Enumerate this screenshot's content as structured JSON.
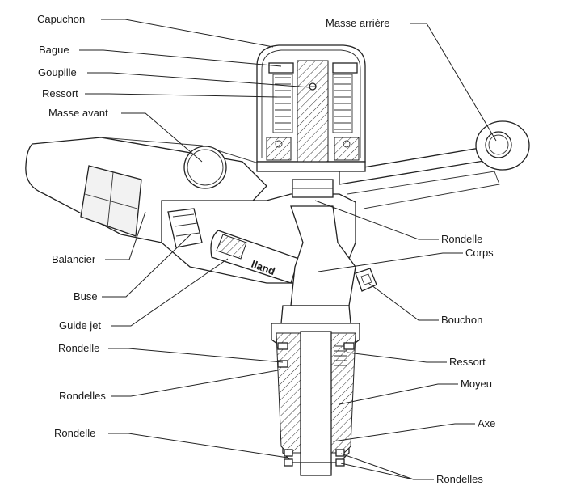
{
  "diagram": {
    "brand_mark": "lland",
    "labels": {
      "capuchon": "Capuchon",
      "bague": "Bague",
      "goupille": "Goupille",
      "ressort_haut": "Ressort",
      "masse_avant": "Masse avant",
      "masse_arriere": "Masse arrière",
      "balancier": "Balancier",
      "buse": "Buse",
      "guide_jet": "Guide jet",
      "rondelle_haut": "Rondelle",
      "corps": "Corps",
      "bouchon": "Bouchon",
      "rondelle_gauche": "Rondelle",
      "rondelles_gauche": "Rondelles",
      "ressort_bas": "Ressort",
      "moyeu": "Moyeu",
      "axe": "Axe",
      "rondelle_bas": "Rondelle",
      "rondelles_bas": "Rondelles"
    }
  }
}
